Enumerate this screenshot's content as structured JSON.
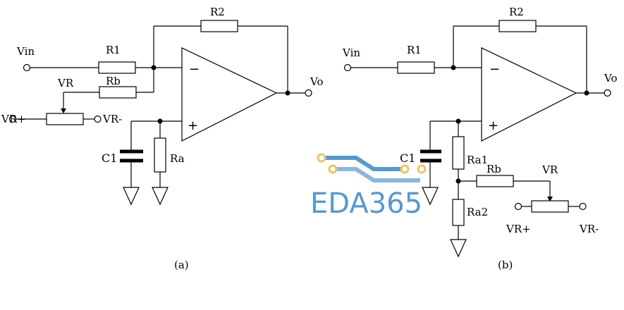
{
  "circuit_a": {
    "caption": "(a)",
    "labels": {
      "vin": "Vin",
      "r1": "R1",
      "r2": "R2",
      "rb": "Rb",
      "vr": "VR",
      "vr_plus": "VR+",
      "vr_minus": "VR-",
      "c1": "C1",
      "ra": "Ra",
      "vo": "Vo",
      "minus": "−",
      "plus": "+"
    }
  },
  "circuit_b": {
    "caption": "(b)",
    "labels": {
      "vin": "Vin",
      "r1": "R1",
      "r2": "R2",
      "rb": "Rb",
      "vr": "VR",
      "vr_plus": "VR+",
      "vr_minus": "VR-",
      "c1": "C1",
      "ra1": "Ra1",
      "ra2": "Ra2",
      "vo": "Vo",
      "minus": "−",
      "plus": "+"
    }
  },
  "watermark": {
    "text": "EDA365",
    "color": "#4a90c8",
    "accent": "#e8c15a"
  }
}
